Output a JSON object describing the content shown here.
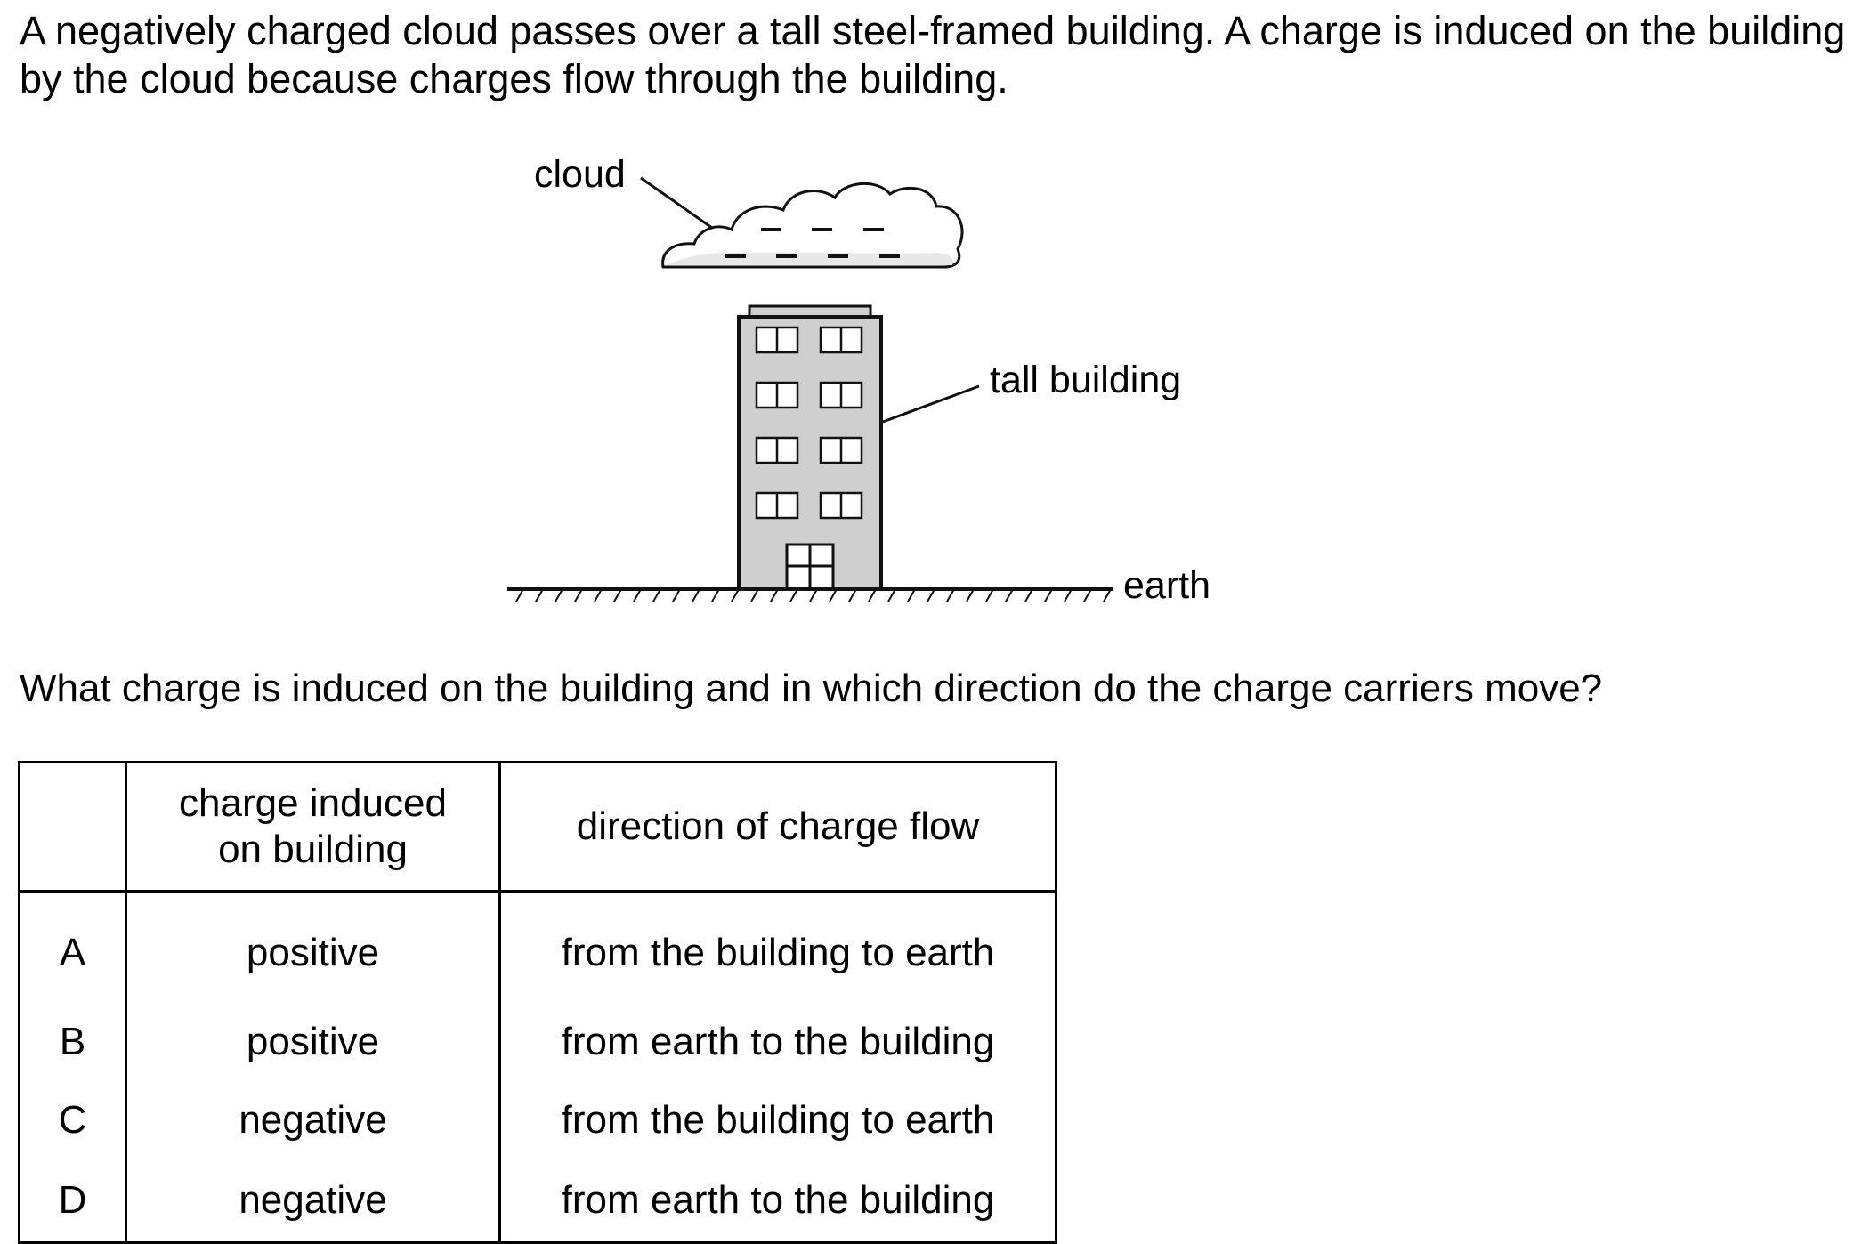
{
  "intro": "A negatively charged cloud passes over a tall steel-framed building. A charge is induced on the building by the cloud because charges flow through the building.",
  "diagram": {
    "cloud_label": "cloud",
    "building_label": "tall building",
    "earth_label": "earth"
  },
  "question": "What charge is induced on the building and in which direction do the charge carriers move?",
  "table": {
    "headers": [
      "",
      "charge induced on building",
      "direction of charge flow"
    ],
    "rows": [
      {
        "key": "A",
        "charge": "positive",
        "direction": "from the building to earth"
      },
      {
        "key": "B",
        "charge": "positive",
        "direction": "from earth to the building"
      },
      {
        "key": "C",
        "charge": "negative",
        "direction": "from the building to earth"
      },
      {
        "key": "D",
        "charge": "negative",
        "direction": "from earth to the building"
      }
    ]
  }
}
